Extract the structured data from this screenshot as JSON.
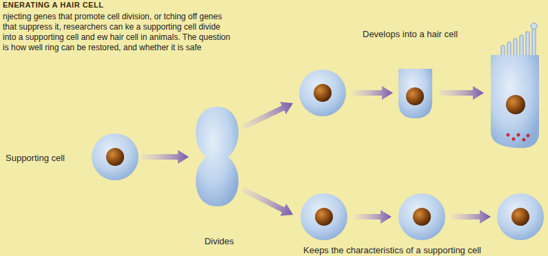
{
  "diagram": {
    "title": "ENERATING A HAIR CELL",
    "nodes": [
      {
        "text": [
          "Supporting cell"
        ]
      },
      {
        "text": [
          "Divides"
        ]
      },
      {
        "text": [
          "Develops into a hair cell"
        ]
      },
      {
        "text": [
          "Keeps the characteristics of a supporting cell"
        ]
      }
    ],
    "edges": [
      {
        "from": 0,
        "to": 1,
        "arrow": "to"
      }
    ],
    "labels": [
      "njecting genes that promote cell division, or tching off genes that suppress it, researchers can ke a supporting cell divide into a supporting cell and ew hair cell in animals. The question is how well ring can be restored, and whether it is safe"
    ]
  }
}
